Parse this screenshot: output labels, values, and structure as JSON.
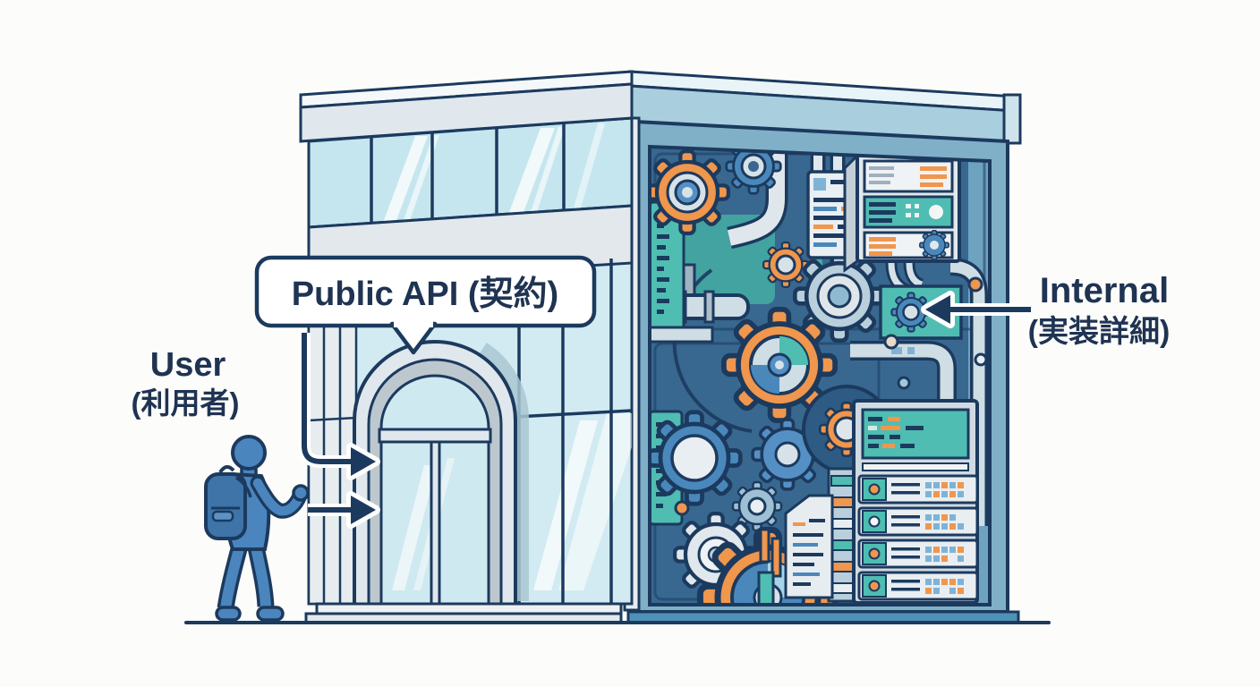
{
  "scene": {
    "background": "#fcfcfa",
    "bubble": {
      "text": "Public API (契約)"
    },
    "user_label": {
      "line1": "User",
      "line2": "(利用者)"
    },
    "internal_label": {
      "line1": "Internal",
      "line2": "(実装詳細)"
    },
    "colors": {
      "outline": "#1c3a5e",
      "text": "#1f3352",
      "orange": "#f0964d",
      "gear_blue": "#4a88bb",
      "gear_blue_deep": "#5590c5",
      "gear_light": "#b9cfdb",
      "teal": "#4fbdb2",
      "teal_deep": "#44aea3",
      "interior_bg": "#386890",
      "interior_dark": "#2d5b83",
      "frame_blue": "#7fb0c8",
      "channel_blue": "#6ea3c0",
      "roof_blue": "#a9cede",
      "glass": "#d2ebf2",
      "glass_band": "#c5e6ef",
      "door_glass": "#cfe9f1",
      "light_gray": "#e0e8ed",
      "panel_gray": "#e8eef1",
      "mid_gray": "#bdc7ce",
      "pipe_gray": "#cfdde4",
      "base_blue": "#4f92b8",
      "person_blue": "#4b85bd",
      "backpack_blue": "#3e74a8",
      "shadow_blue": "#a9c7d2",
      "white": "#ffffff"
    },
    "icons": {
      "gear": "cog wheel shape",
      "server_rack": "stacked server units with LEDs",
      "code_panel": "document with code dash lines",
      "control_cabinet": "3-row machine cabinet",
      "pipe": "rounded duct",
      "arrow_right": "right-pointing outlined arrow",
      "arrow_left": "left-pointing outlined arrow",
      "person": "walking figure with backpack",
      "speech_bubble": "rounded callout with tail"
    }
  }
}
